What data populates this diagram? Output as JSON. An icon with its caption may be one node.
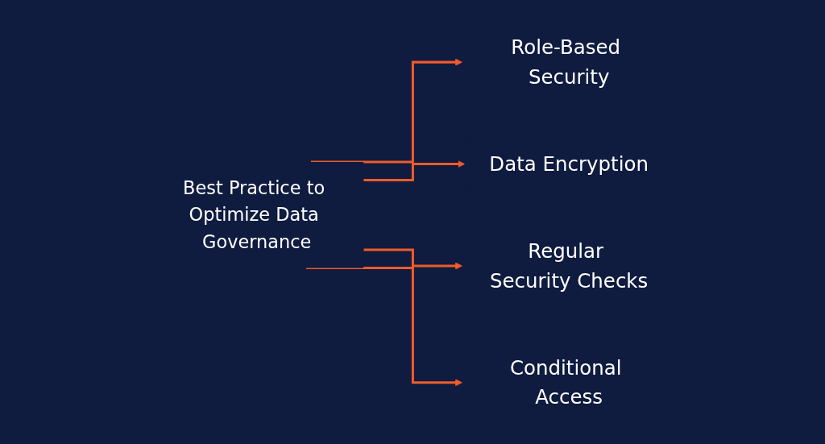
{
  "diagram": {
    "nodes": [
      {
        "text": [
          "Best Practice to Optimize Data Governance"
        ]
      },
      {
        "text": [
          "Role-Based Security"
        ]
      },
      {
        "text": [
          "Data Encryption"
        ]
      },
      {
        "text": [
          "Regular Security Checks"
        ]
      },
      {
        "text": [
          "Conditional Access"
        ]
      }
    ],
    "edges": [
      {
        "from": 0,
        "to": 1,
        "arrow": "to"
      },
      {
        "from": 0,
        "to": 2,
        "arrow": "to"
      },
      {
        "from": 0,
        "to": 3,
        "arrow": "to"
      },
      {
        "from": 0,
        "to": 4,
        "arrow": "to"
      }
    ]
  }
}
